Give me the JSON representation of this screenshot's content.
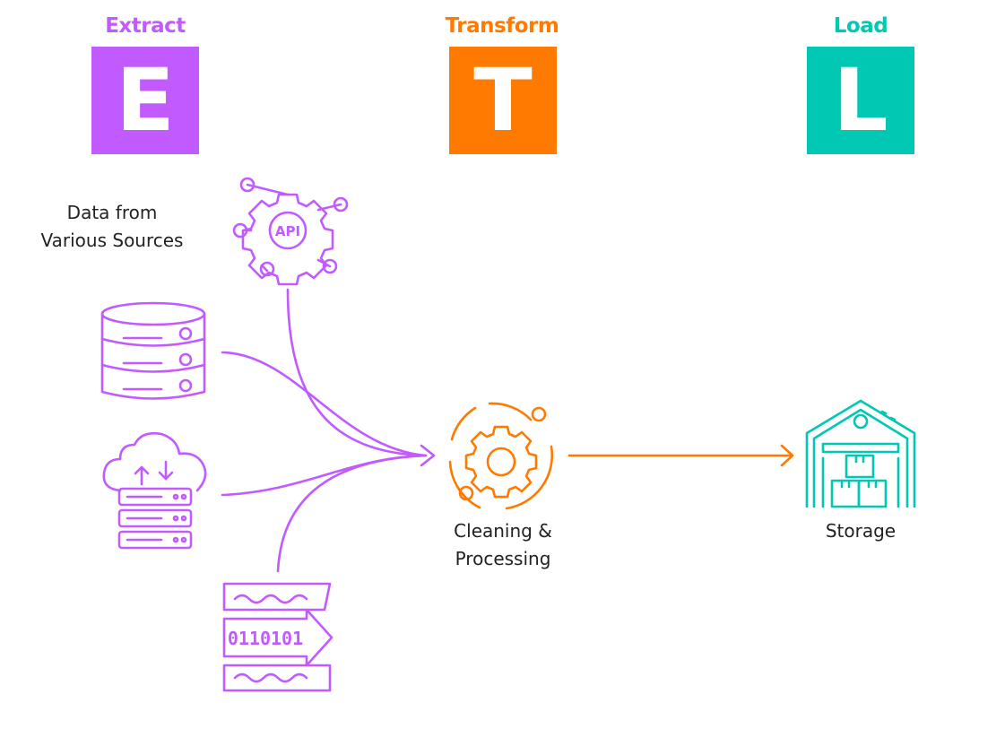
{
  "stages": [
    {
      "key": "extract",
      "title": "Extract",
      "letter": "E",
      "color": "#c15bff"
    },
    {
      "key": "transform",
      "title": "Transform",
      "letter": "T",
      "color": "#ff7a00"
    },
    {
      "key": "load",
      "title": "Load",
      "letter": "L",
      "color": "#00c8b3"
    }
  ],
  "labels": {
    "sources": [
      "Data from",
      "Various Sources"
    ],
    "processing": [
      "Cleaning &",
      "Processing"
    ],
    "storage": "Storage",
    "binary_text": "0110101",
    "api_text": "API"
  },
  "icons": [
    "api-gear-icon",
    "database-server-icon",
    "cloud-server-icon",
    "data-stream-icon",
    "processing-gear-icon",
    "warehouse-icon"
  ]
}
